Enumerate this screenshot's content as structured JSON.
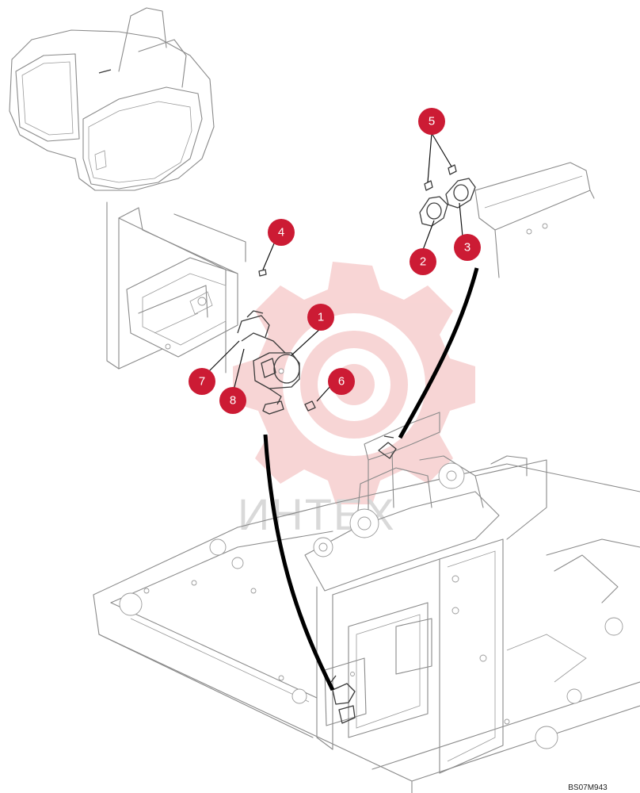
{
  "callouts": [
    {
      "id": "callout-1",
      "label": "1"
    },
    {
      "id": "callout-2",
      "label": "2"
    },
    {
      "id": "callout-3",
      "label": "3"
    },
    {
      "id": "callout-4",
      "label": "4"
    },
    {
      "id": "callout-5",
      "label": "5"
    },
    {
      "id": "callout-6",
      "label": "6"
    },
    {
      "id": "callout-7",
      "label": "7"
    },
    {
      "id": "callout-8",
      "label": "8"
    }
  ],
  "watermark": {
    "text": "ИНТЕХ",
    "gear_color": "#f2b3b3"
  },
  "reference_code": "BS07M943",
  "colors": {
    "callout": "#cc1b34",
    "line_art": "#8a8a8a",
    "connector": "#000000"
  }
}
